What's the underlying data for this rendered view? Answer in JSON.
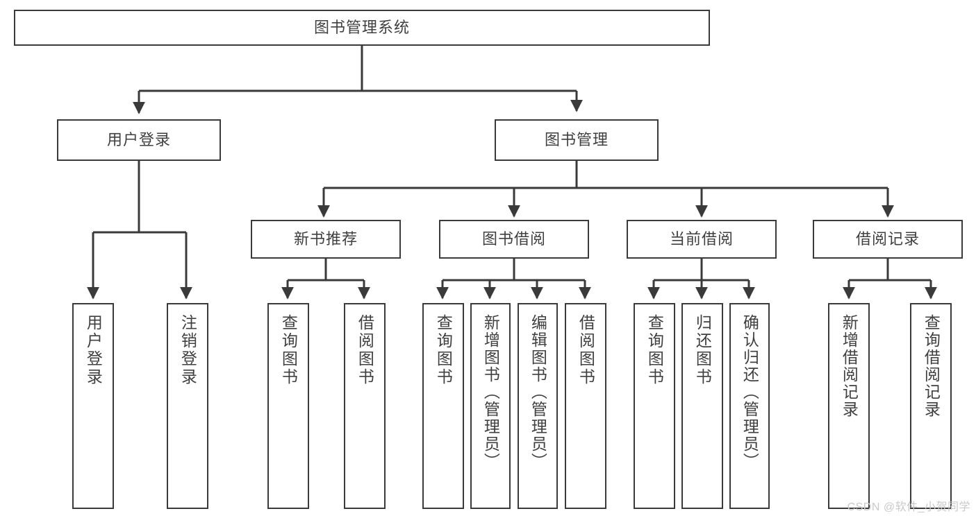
{
  "diagram": {
    "type": "tree-hierarchy-flowchart",
    "title": "图书管理系统",
    "watermark": "CSDN @软件_小贺同学",
    "colors": {
      "background": "#ffffff",
      "box_border": "#3a3a3a",
      "box_fill": "#ffffff",
      "text": "#3f3f3f",
      "connector": "#3a3a3a",
      "watermark": "#c9c9c9"
    },
    "root": {
      "label": "图书管理系统"
    },
    "level2": [
      {
        "label": "用户登录"
      },
      {
        "label": "图书管理"
      }
    ],
    "level3": [
      {
        "label": "新书推荐"
      },
      {
        "label": "图书借阅"
      },
      {
        "label": "当前借阅"
      },
      {
        "label": "借阅记录"
      }
    ],
    "leaves": {
      "user_login": [
        {
          "label": "用户登录"
        },
        {
          "label": "注销登录"
        }
      ],
      "new_book_recommend": [
        {
          "label": "查询图书"
        },
        {
          "label": "借阅图书"
        }
      ],
      "book_borrow": [
        {
          "label": "查询图书"
        },
        {
          "label": "新增图书（管理员）"
        },
        {
          "label": "编辑图书（管理员）"
        },
        {
          "label": "借阅图书"
        }
      ],
      "current_borrow": [
        {
          "label": "查询图书"
        },
        {
          "label": "归还图书"
        },
        {
          "label": "确认归还（管理员）"
        }
      ],
      "borrow_record": [
        {
          "label": "新增借阅记录"
        },
        {
          "label": "查询借阅记录"
        }
      ]
    }
  }
}
